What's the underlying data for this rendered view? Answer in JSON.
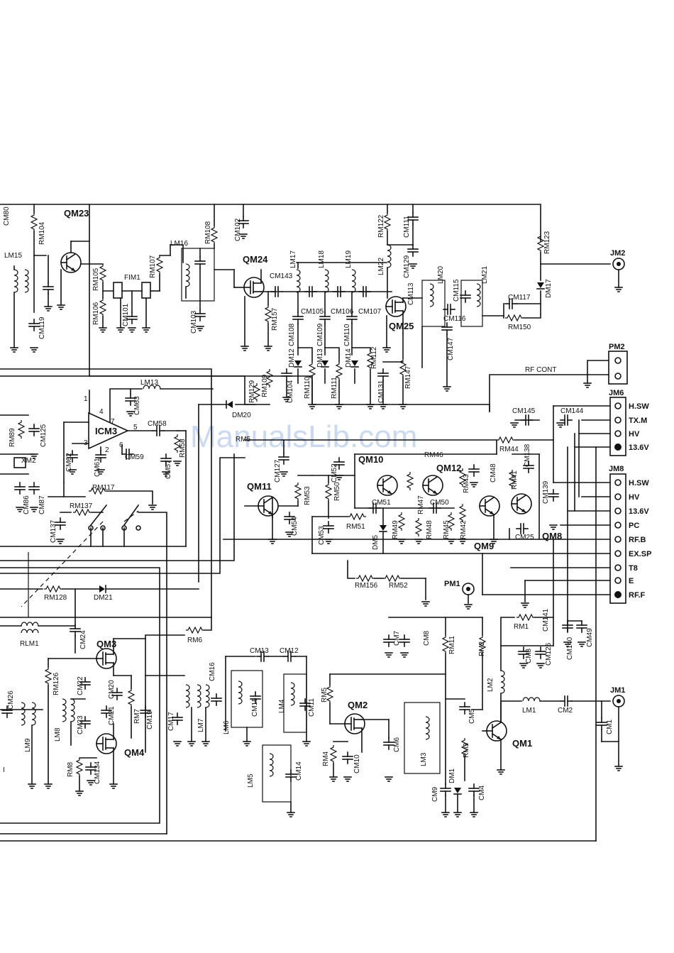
{
  "watermark": "ManualsLib.com",
  "transistors": [
    "QM23",
    "QM24",
    "QM25",
    "QM11",
    "QM10",
    "QM12",
    "QM9",
    "QM8",
    "QM3",
    "QM4",
    "QM2",
    "QM1"
  ],
  "ic": {
    "name": "ICM3",
    "pins": [
      "1",
      "2",
      "3",
      "4",
      "5",
      "6",
      "7"
    ]
  },
  "connectors": {
    "jm6": {
      "name": "JM6",
      "pins": [
        "H.SW",
        "TX.M",
        "HV",
        "13.6V"
      ]
    },
    "jm8": {
      "name": "JM8",
      "pins": [
        "H.SW",
        "HV",
        "13.6V",
        "PC",
        "RF.B",
        "EX.SP",
        "T8",
        "E",
        "RF.F"
      ]
    },
    "pm2": "PM2",
    "pm1": "PM1",
    "jm2": "JM2",
    "jm1": "JM1",
    "rf_cont": "RF CONT"
  },
  "labels": {
    "fim1": "FIM1",
    "xm2": "XM2",
    "rlm1": "RLM1",
    "cm80": "CM80",
    "rm104": "RM104",
    "lm15": "LM15",
    "cm119": "CM119",
    "rm105": "RM105",
    "rm106": "RM106",
    "cm101": "CM101",
    "rm107": "RM107",
    "lm16": "LM16",
    "rm108": "RM108",
    "cm103": "CM103",
    "cm102": "CM102",
    "cm143": "CM143",
    "rm157": "RM157",
    "lm17": "LM17",
    "lm18": "LM18",
    "lm19": "LM19",
    "cm105": "CM105",
    "cm106": "CM106",
    "cm107": "CM107",
    "cm108": "CM108",
    "cm109": "CM109",
    "cm110": "CM110",
    "rm122": "RM122",
    "cm111": "CM111",
    "lm22": "LM22",
    "cm129": "CM129",
    "cm113": "CM113",
    "lm20": "LM20",
    "cm115": "CM115",
    "lm21": "LM21",
    "cm116": "CM116",
    "cm147": "CM147",
    "cm117": "CM117",
    "rm150": "RM150",
    "rm123": "RM123",
    "dm17": "DM17",
    "dm12": "DM12",
    "dm13": "DM13",
    "dm14": "DM14",
    "rm112": "RM112",
    "rm147": "RM147",
    "cm131": "CM131",
    "rm110": "RM110",
    "rm111": "RM111",
    "rm109": "RM109",
    "rm129": "RM129",
    "cm104": "CM104",
    "dm20": "DM20",
    "lm13": "LM13",
    "cm63": "CM63",
    "cm58": "CM58",
    "rm58": "RM58",
    "cm59": "CM59",
    "cm57": "CM57",
    "cm62": "CM62",
    "cm61": "CM61",
    "rm89": "RM89",
    "cm125": "CM125",
    "cm86": "CM86",
    "cm87": "CM87",
    "rm117": "RM117",
    "rm137": "RM137",
    "cm137": "CM137",
    "rm5_top": "RM5",
    "cm127": "CM127",
    "cm52": "CM52",
    "rm53": "RM53",
    "cm54": "CM54",
    "rm50": "RM50",
    "cm53": "CM53",
    "rm51": "RM51",
    "dm5": "DM5",
    "cm51": "CM51",
    "rm47": "RM47",
    "rm49": "RM49",
    "rm48": "RM48",
    "cm50": "CM50",
    "rm46": "RM46",
    "rm43": "RM43",
    "cm48": "CM48",
    "rm45": "RM45",
    "rm42": "RM42",
    "rm44": "RM44",
    "cm145": "CM145",
    "cm144": "CM144",
    "cm138": "CM138",
    "rm41": "RM41",
    "cm139": "CM139",
    "cm25": "CM25",
    "rm156": "RM156",
    "rm52": "RM52",
    "rm128": "RM128",
    "dm21": "DM21",
    "cm24": "CM24",
    "rm6": "RM6",
    "rm126": "RM126",
    "cm26": "CM26",
    "lm9": "LM9",
    "lm8": "LM8",
    "cm22": "CM22",
    "cm23": "CM23",
    "cm20": "CM20",
    "cm21": "CM21",
    "rm7": "RM7",
    "cm19": "CM19",
    "rm8": "RM8",
    "cm134": "CM134",
    "cm17": "CM17",
    "lm7": "LM7",
    "cm16": "CM16",
    "lm6": "LM6",
    "cm15": "CM15",
    "cm13": "CM13",
    "cm12": "CM12",
    "lm4": "LM4",
    "cm11": "CM11",
    "lm5": "LM5",
    "cm14": "CM14",
    "rm5": "RM5",
    "rm4": "RM4",
    "cm10": "CM10",
    "cm6": "CM6",
    "lm3": "LM3",
    "cm7": "CM7",
    "cm8": "CM8",
    "rm11": "RM11",
    "rm2": "RM2",
    "cm5": "CM5",
    "rm3": "RM3",
    "dm1": "DM1",
    "cm9": "CM9",
    "cm4": "CM4",
    "rm1": "RM1",
    "cm3": "CM3",
    "cm126": "CM126",
    "cm141": "CM141",
    "cm140": "CM140",
    "cm49": "CM49",
    "lm2": "LM2",
    "lm1": "LM1",
    "cm2": "CM2",
    "cm1": "CM1",
    "i_left": "I"
  }
}
